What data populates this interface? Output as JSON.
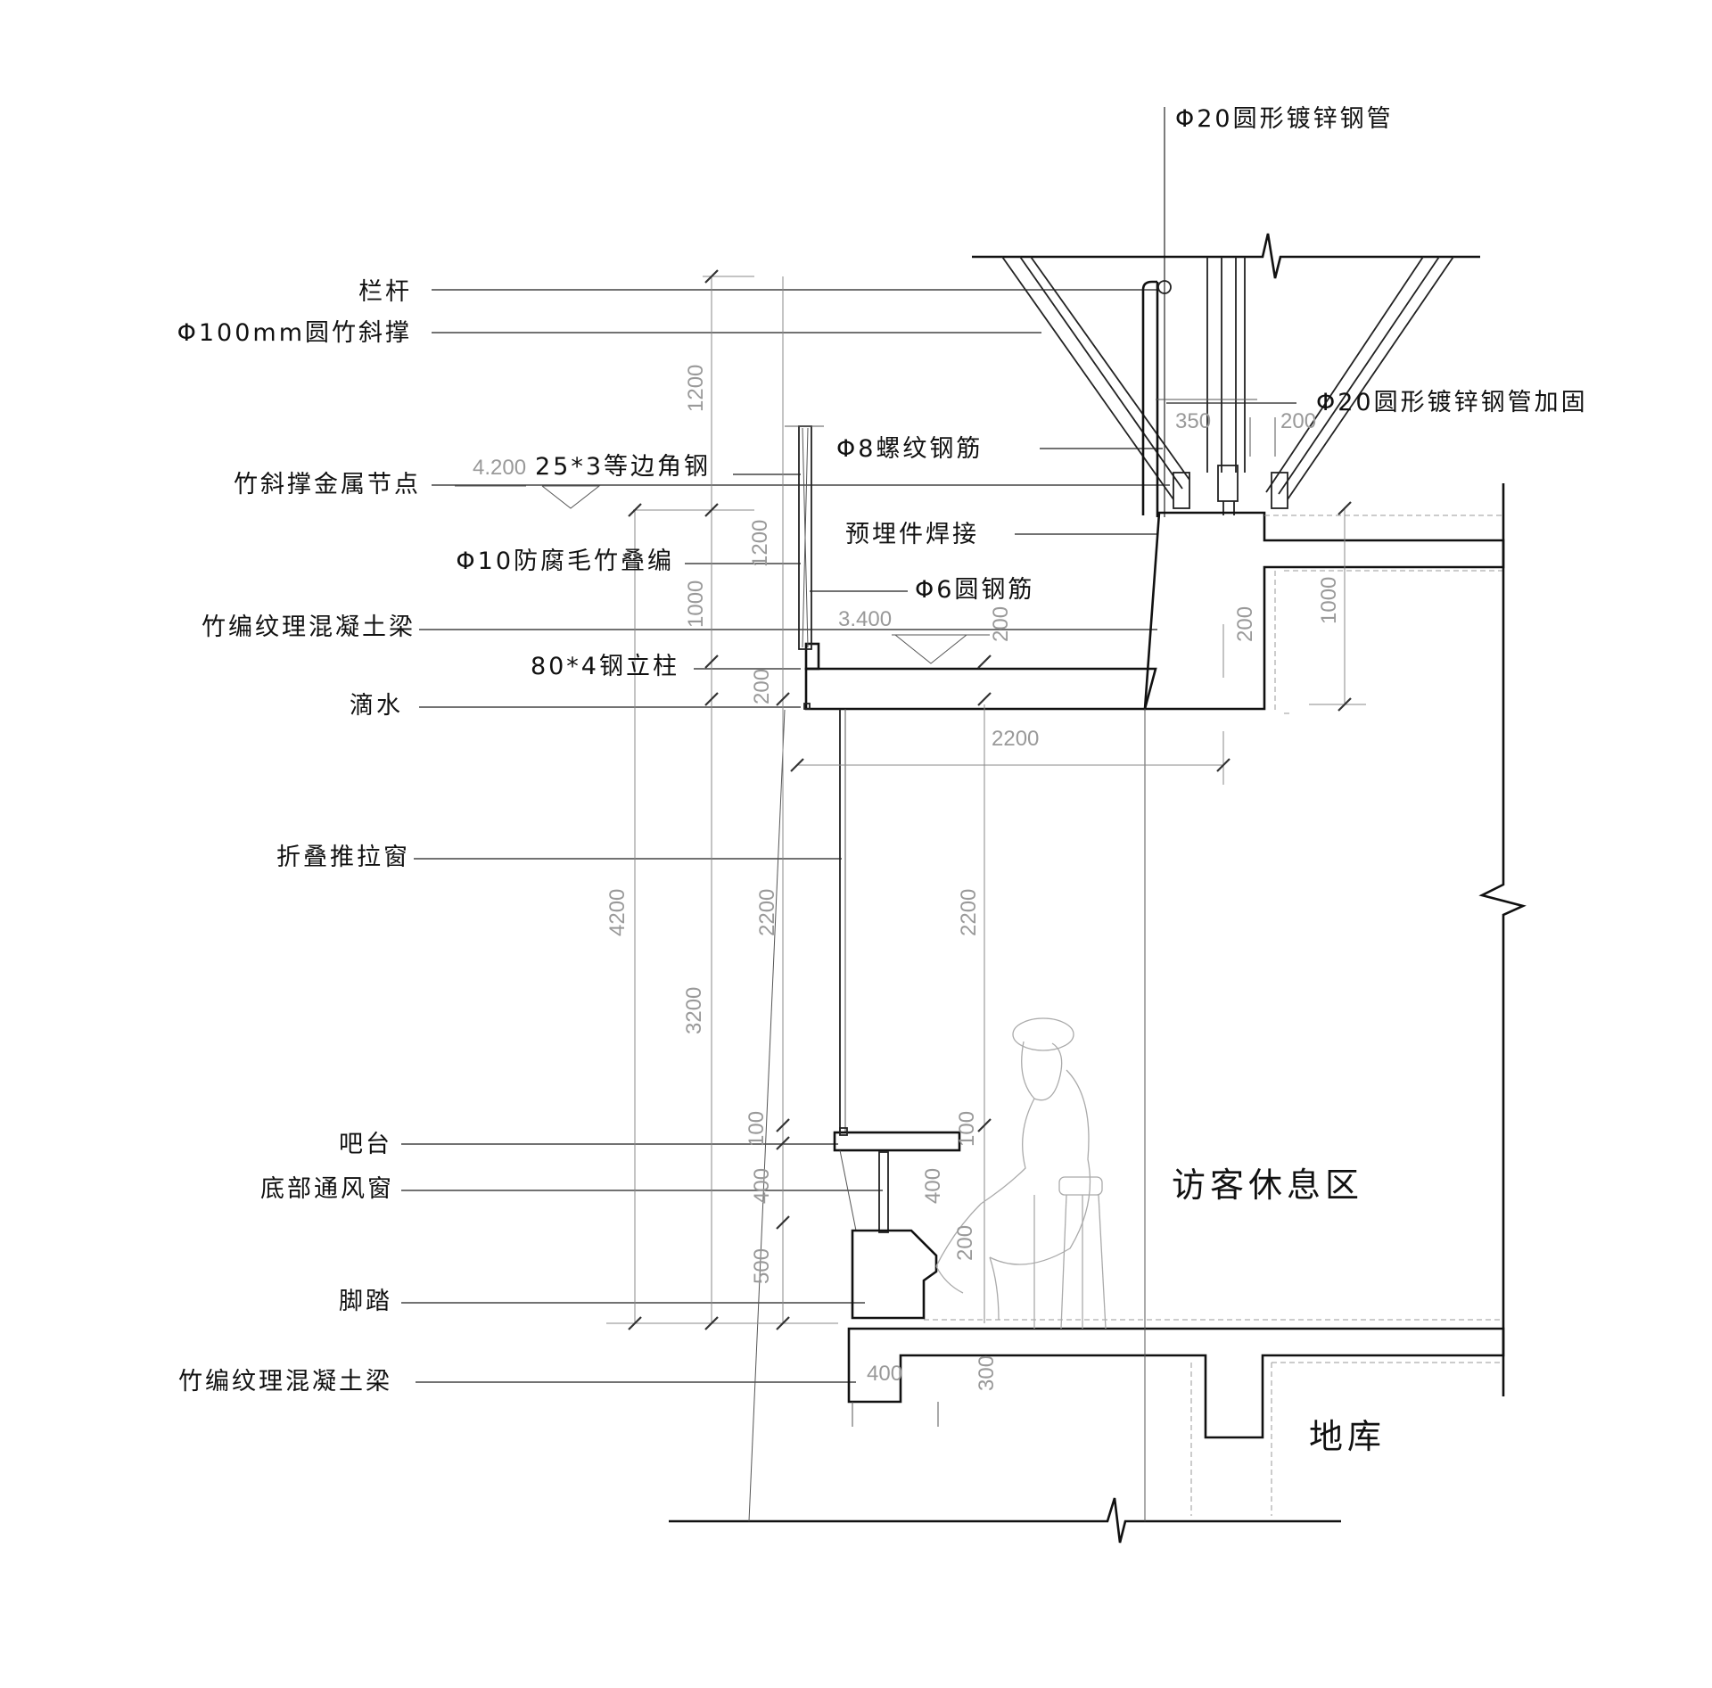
{
  "labels_left": [
    {
      "id": "railing",
      "text": "栏杆"
    },
    {
      "id": "bamboo-brace",
      "text": "Φ100mm圆竹斜撑"
    },
    {
      "id": "brace-node",
      "text": "竹斜撑金属节点"
    },
    {
      "id": "angle-steel",
      "text": "25*3等边角钢"
    },
    {
      "id": "bamboo-weave",
      "text": "Φ10防腐毛竹叠编"
    },
    {
      "id": "beam-top",
      "text": "竹编纹理混凝土梁"
    },
    {
      "id": "steel-column",
      "text": "80*4钢立柱"
    },
    {
      "id": "drip",
      "text": "滴水"
    },
    {
      "id": "folding-window",
      "text": "折叠推拉窗"
    },
    {
      "id": "bar-counter",
      "text": "吧台"
    },
    {
      "id": "vent-window",
      "text": "底部通风窗"
    },
    {
      "id": "footrest",
      "text": "脚踏"
    },
    {
      "id": "beam-bottom",
      "text": "竹编纹理混凝土梁"
    }
  ],
  "labels_right": [
    {
      "id": "pipe-top",
      "text": "Φ20圆形镀锌钢管"
    },
    {
      "id": "pipe-reinforce",
      "text": "Φ20圆形镀锌钢管加固"
    },
    {
      "id": "rebar-8",
      "text": "Φ8螺纹钢筋"
    },
    {
      "id": "embedded-weld",
      "text": "预埋件焊接"
    },
    {
      "id": "rebar-6",
      "text": "Φ6圆钢筋"
    }
  ],
  "rooms": {
    "lounge": "访客休息区",
    "garage": "地库"
  },
  "elevations": {
    "top": "4.200",
    "floor": "3.400"
  },
  "dimensions": {
    "d1200a": "1200",
    "d1200b": "1200",
    "d1000a": "1000",
    "d200a": "200",
    "d4200": "4200",
    "d2200a": "2200",
    "d3200": "3200",
    "d2200b": "2200",
    "d200b": "200",
    "d2200h": "2200",
    "d350": "350",
    "d200c": "200",
    "d200d": "200",
    "d1000b": "1000",
    "d100a": "100",
    "d100b": "100",
    "d400a": "400",
    "d400b": "400",
    "d500": "500",
    "d200e": "200",
    "d400c": "400",
    "d300": "300"
  }
}
